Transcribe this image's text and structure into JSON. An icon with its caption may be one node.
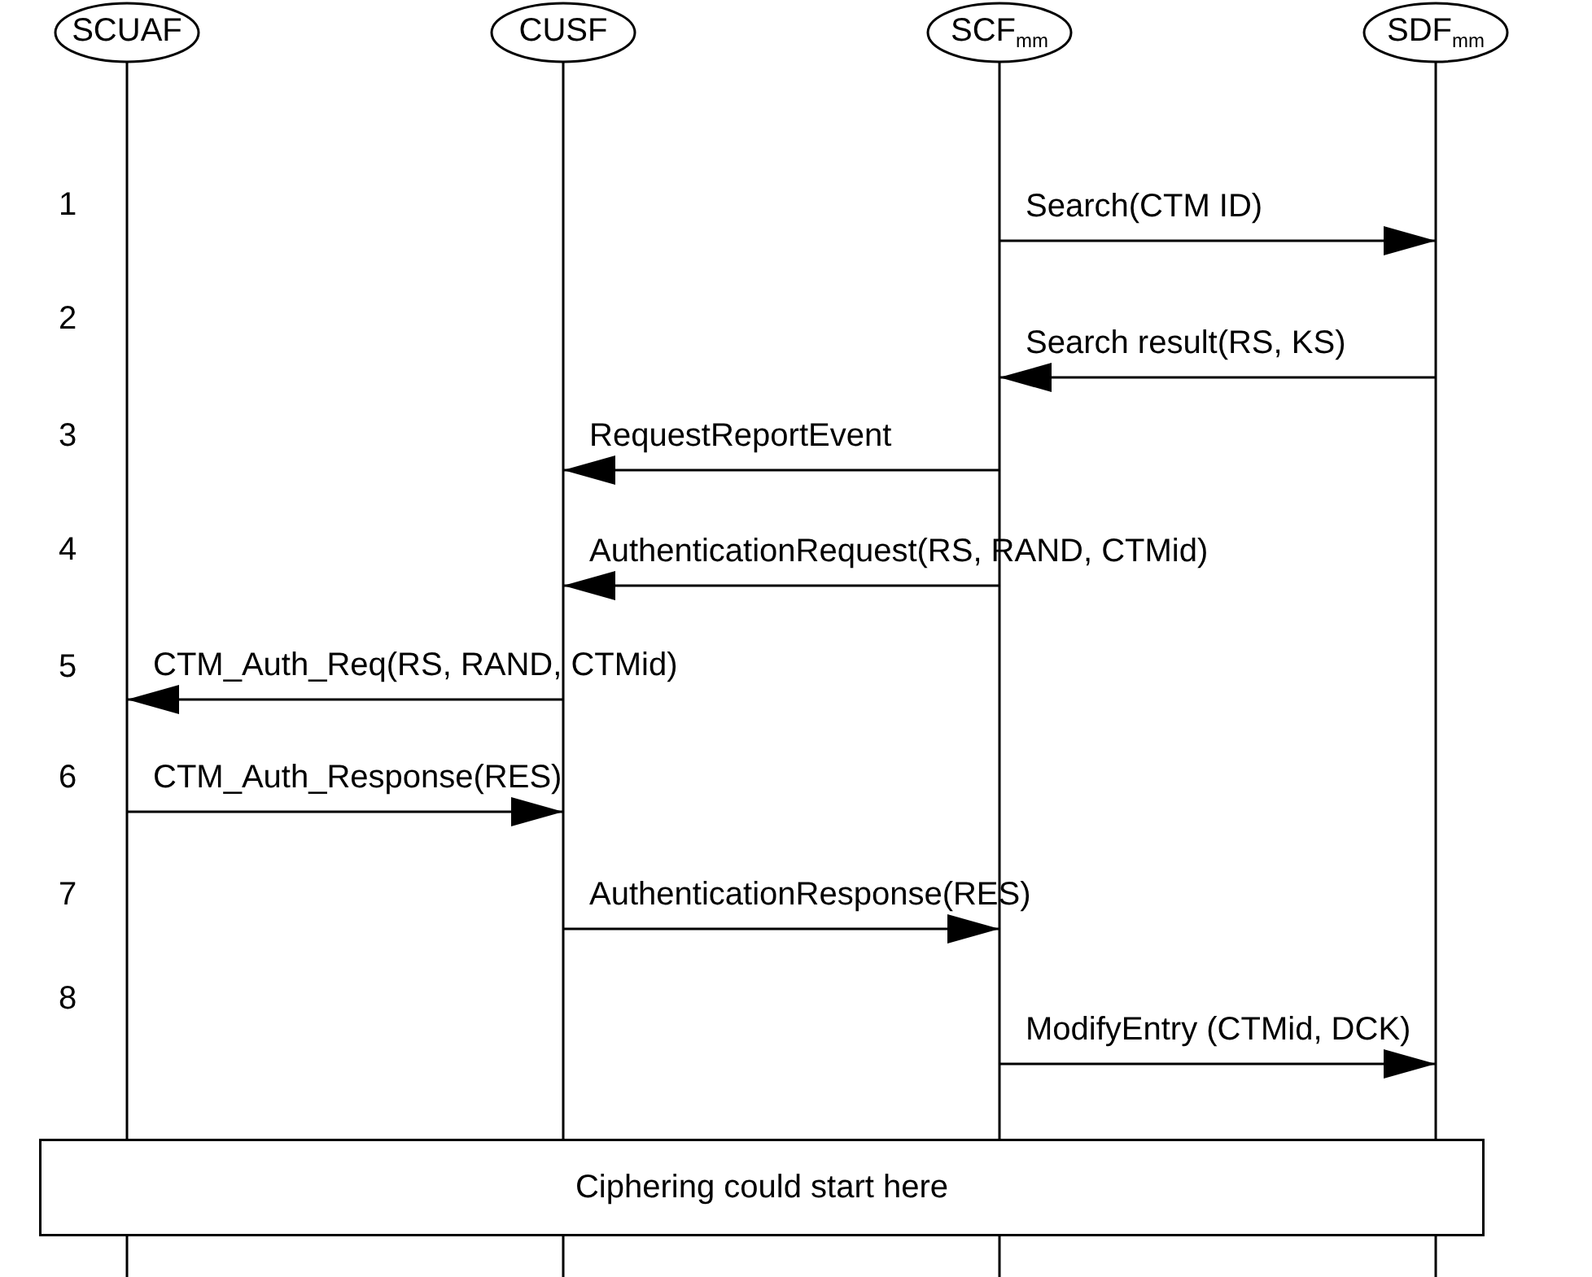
{
  "diagram": {
    "nodes": [
      {
        "text": [
          "SCUAF"
        ]
      },
      {
        "text": [
          "CUSF"
        ]
      },
      {
        "text": [
          "SCF$_{mm}$"
        ]
      },
      {
        "text": [
          "SDF$_{mm}$"
        ]
      },
      {
        "text": [
          "Ciphering could start here"
        ]
      }
    ],
    "edges": [
      {
        "from": 2,
        "to": 3,
        "arrow": "to",
        "label": "Search(CTM ID)"
      },
      {
        "from": 3,
        "to": 2,
        "arrow": "to",
        "label": "Search result(RS, KS)"
      },
      {
        "from": 2,
        "to": 1,
        "arrow": "to",
        "label": "RequestReportEvent"
      },
      {
        "from": 2,
        "to": 1,
        "arrow": "to",
        "label": "AuthenticationRequest(RS, RAND, CTMid)"
      },
      {
        "from": 1,
        "to": 0,
        "arrow": "to",
        "label": "CTM_Auth_Req(RS, RAND, CTMid)"
      },
      {
        "from": 0,
        "to": 1,
        "arrow": "to",
        "label": "CTM_Auth_Response(RES)"
      },
      {
        "from": 1,
        "to": 2,
        "arrow": "to",
        "label": "AuthenticationResponse(RES)"
      },
      {
        "from": 2,
        "to": 3,
        "arrow": "to",
        "label": "ModifyEntry (CTMid, DCK)"
      }
    ],
    "labels": [
      "1",
      "2",
      "3",
      "4",
      "5",
      "6",
      "7",
      "8"
    ]
  }
}
